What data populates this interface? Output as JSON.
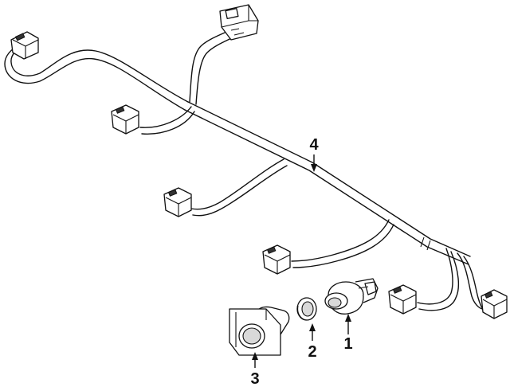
{
  "callouts": [
    {
      "id": "1",
      "label": "1"
    },
    {
      "id": "2",
      "label": "2"
    },
    {
      "id": "3",
      "label": "3"
    },
    {
      "id": "4",
      "label": "4"
    }
  ],
  "colors": {
    "line": "#111111",
    "background": "#ffffff",
    "shade": "#d9d9d9"
  }
}
